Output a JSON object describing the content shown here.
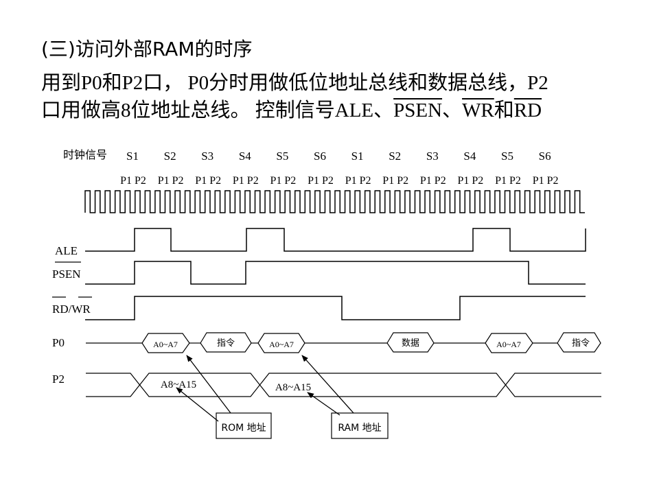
{
  "slide": {
    "title": "(三)访问外部RAM的时序",
    "line1": {
      "a": "用到P0和P2口， P0分时用做低位地址总线和数据总线，P2"
    },
    "line2": {
      "a": "口用做高8位地址总线。 控制信号ALE、",
      "psen": "PSEN",
      "sep": "、",
      "wr": "WR",
      "and": "和",
      "rd": "RD"
    }
  },
  "diagram": {
    "clock_label": "时钟信号",
    "states": [
      "S1",
      "S2",
      "S3",
      "S4",
      "S5",
      "S6",
      "S1",
      "S2",
      "S3",
      "S4",
      "S5",
      "S6"
    ],
    "phase_labels": [
      "P1 P2",
      "P1 P2",
      "P1 P2",
      "P1 P2",
      "P1 P2",
      "P1 P2",
      "P1 P2",
      "P1 P2",
      "P1 P2",
      "P1 P2",
      "P1 P2",
      "P1 P2"
    ],
    "signals": {
      "ale": "ALE",
      "psen": "PSEN",
      "rdwr": "RD/WR",
      "p0": "P0",
      "p2": "P2"
    },
    "p0_boxes": [
      "A0~A7",
      "指令",
      "A0~A7",
      "数据",
      "A0~A7",
      "指令"
    ],
    "p2_labels": [
      "A8~A15",
      "A8~A15"
    ],
    "callouts": {
      "rom": "ROM 地址",
      "ram": "RAM 地址"
    }
  }
}
